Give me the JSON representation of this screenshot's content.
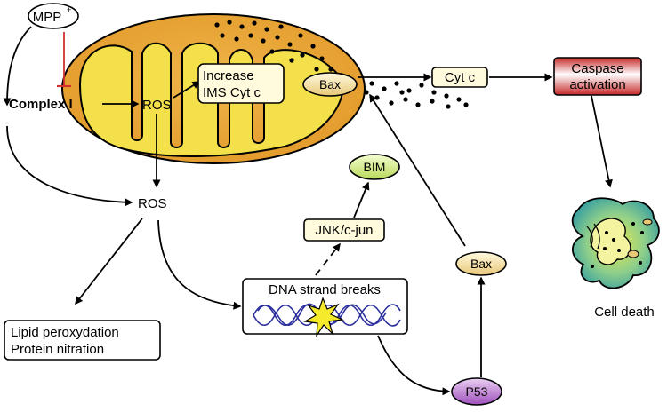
{
  "nodes": {
    "mpp_label": "MPP",
    "mpp_superscript": "+",
    "complex_i": "Complex I",
    "ros_mito": "ROS",
    "increase_line1": "Increase",
    "increase_line2": "IMS Cyt c",
    "bax_mito": "Bax",
    "cytc": "Cyt c",
    "caspase_line1": "Caspase",
    "caspase_line2": "activation",
    "ros_cyto": "ROS",
    "bim": "BIM",
    "jnk": "JNK/c-jun",
    "dna_breaks": "DNA strand breaks",
    "lipid_line1": "Lipid peroxydation",
    "lipid_line2": "Protein nitration",
    "bax_nuclear": "Bax",
    "p53": "P53",
    "cell_death": "Cell death"
  },
  "colors": {
    "mito_outer": "#e8a332",
    "mito_inner": "#f3e04a",
    "label_box_fill": "#fffbdc",
    "bax_gradient_light": "#fffae0",
    "bax_gradient_dark": "#e9c878",
    "caspase_red": "#c62828",
    "bim_green": "#d6ea7e",
    "p53_purple": "#b46ac9",
    "inhibit_red": "#d32f2f",
    "dna_blue": "#2c2f9e",
    "cell_teal": "#3aa5a9",
    "cell_yellow": "#e7e84a"
  }
}
